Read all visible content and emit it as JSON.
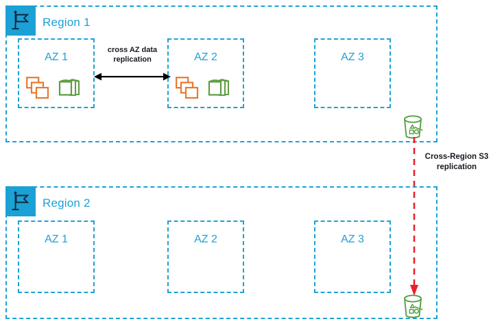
{
  "diagram": {
    "title": "AWS multi-region multi-AZ replication architecture",
    "colors": {
      "region_border": "#1BA1D5",
      "az_border": "#1BA1D5",
      "badge_fill": "#1BA1D5",
      "flag_stroke": "#16253B",
      "label_text": "#1BA1D5",
      "annotation_text": "#16191F",
      "compute_icon": "#E8792B",
      "storage_icon": "#5E9C41",
      "bucket_icon": "#4C9B3C",
      "replication_arrow": "#E8212B",
      "cross_az_arrow": "#000000",
      "background": "#FFFFFF"
    }
  },
  "regions": [
    {
      "name": "Region 1",
      "badge_icon": "region-flag-icon",
      "availability_zones": [
        {
          "label": "AZ 1",
          "icons": [
            {
              "name": "instances-stack-icon",
              "color": "#E8792B"
            },
            {
              "name": "storage-volumes-icon",
              "color": "#5E9C41"
            }
          ]
        },
        {
          "label": "AZ 2",
          "icons": [
            {
              "name": "instances-stack-icon",
              "color": "#E8792B"
            },
            {
              "name": "storage-volumes-icon",
              "color": "#5E9C41"
            }
          ]
        },
        {
          "label": "AZ 3",
          "icons": []
        }
      ],
      "bucket": {
        "name": "s3-bucket-icon",
        "color": "#4C9B3C"
      }
    },
    {
      "name": "Region 2",
      "badge_icon": "region-flag-icon",
      "availability_zones": [
        {
          "label": "AZ 1",
          "icons": []
        },
        {
          "label": "AZ 2",
          "icons": []
        },
        {
          "label": "AZ 3",
          "icons": []
        }
      ],
      "bucket": {
        "name": "s3-bucket-icon",
        "color": "#4C9B3C"
      }
    }
  ],
  "annotations": {
    "cross_az": {
      "line1": "cross AZ data",
      "line2": "replication",
      "arrow": "bidirectional"
    },
    "cross_region": {
      "line1": "Cross-Region S3",
      "line2": "replication",
      "arrow": "downward-dashed"
    }
  }
}
